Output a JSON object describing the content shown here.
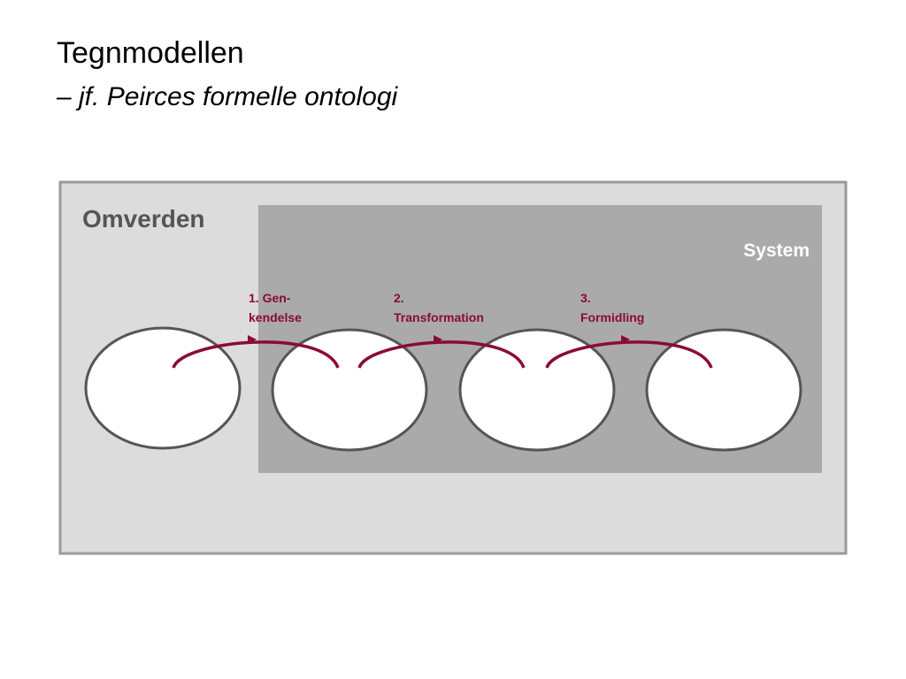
{
  "title": "Tegnmodellen",
  "subtitle": "– jf. Peirces formelle ontologi",
  "diagram": {
    "outer_label": "Omverden",
    "inner_label": "System",
    "steps": [
      {
        "line1": "1. Gen-",
        "line2": "kendelse"
      },
      {
        "line1": "2.",
        "line2": "Transformation"
      },
      {
        "line1": "3.",
        "line2": "Formidling"
      }
    ],
    "node_count": 4,
    "colors": {
      "outer_box": "#dcdcdc",
      "outer_border": "#9a9a9a",
      "inner_box": "#aaaaaa",
      "node_fill": "#ffffff",
      "node_stroke": "#555555",
      "arrow": "#8b0a36",
      "outer_text": "#555555",
      "inner_text": "#ffffff"
    }
  }
}
